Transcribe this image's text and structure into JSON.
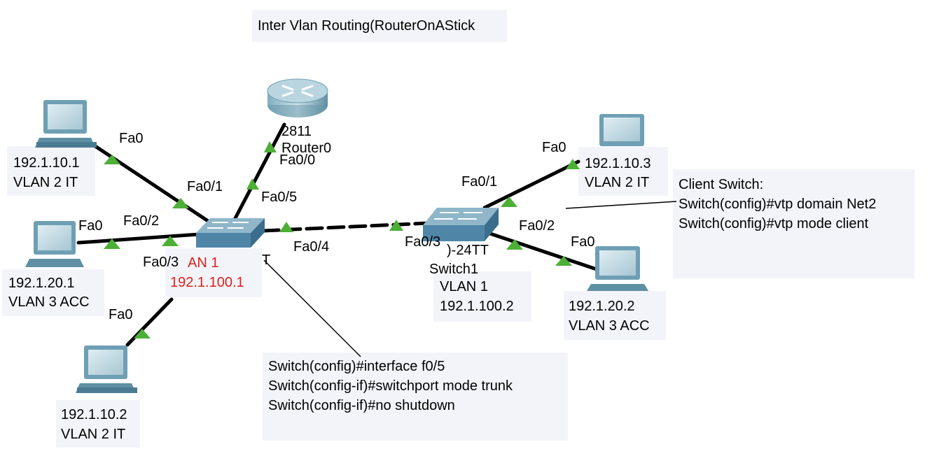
{
  "title": "Inter Vlan Routing(RouterOnAStick",
  "router": {
    "model_label": "2811",
    "partial_label": "Router0",
    "port": "Fa0/0"
  },
  "switch0": {
    "vlan_label": "AN 1",
    "ip": "192.1.100.1",
    "partial_suffix": "T",
    "ports": {
      "pc1": "Fa0/1",
      "pc2": "Fa0/2",
      "pc3": "Fa0/3",
      "router": "Fa0/5",
      "trunk": "Fa0/4"
    }
  },
  "switch1": {
    "model_fragment": ")-24TT",
    "name": "Switch1",
    "vlan_label": "VLAN 1",
    "ip": "192.1.100.2",
    "ports": {
      "trunk": "Fa0/3",
      "pc_a": "Fa0/1",
      "pc_b": "Fa0/2"
    }
  },
  "pcs": [
    {
      "ip": "192.1.10.1",
      "vlan": "VLAN 2 IT",
      "port": "Fa0"
    },
    {
      "ip": "192.1.20.1",
      "vlan": "VLAN 3 ACC",
      "port": "Fa0"
    },
    {
      "ip": "192.1.10.2",
      "vlan": "VLAN 2 IT",
      "port": "Fa0"
    },
    {
      "ip": "192.1.10.3",
      "vlan": "VLAN 2 IT",
      "port": "Fa0"
    },
    {
      "ip": "192.1.20.2",
      "vlan": "VLAN 3 ACC",
      "port": "Fa0"
    }
  ],
  "notes": {
    "trunk_config": [
      "Switch(config)#interface f0/5",
      "Switch(config-if)#switchport mode trunk",
      "Switch(config-if)#no shutdown"
    ],
    "client_switch": [
      "Client Switch:",
      "Switch(config)#vtp domain Net2",
      "Switch(config)#vtp mode client"
    ]
  },
  "colors": {
    "link": "#000000",
    "link_status_up": "#4caf36",
    "note_bg": "#f3f4fa",
    "switch_face": "#4f86a8",
    "router_body": "#6b9cae",
    "ip_highlight": "#e0201a"
  },
  "icons": {
    "router": "router-icon",
    "switch": "switch-icon",
    "pc": "pc-icon"
  }
}
